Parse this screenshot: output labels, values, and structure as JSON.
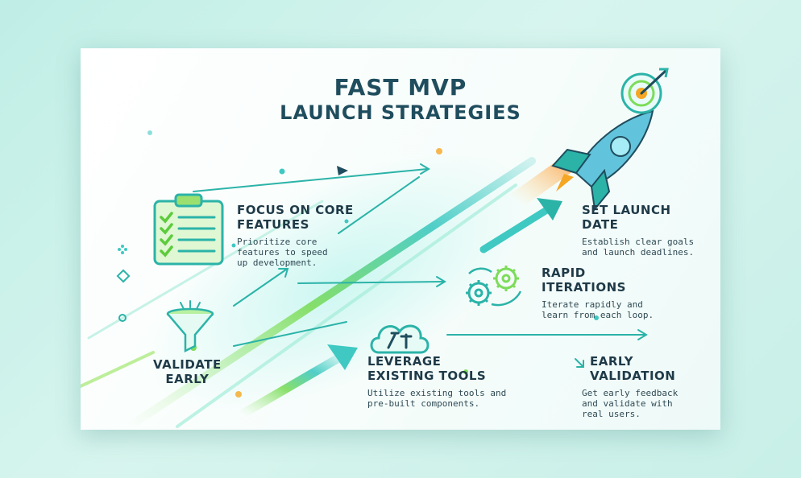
{
  "title": {
    "line1": "FAST MVP",
    "line2": "LAUNCH STRATEGIES"
  },
  "strategies": [
    {
      "heading_line1": "FOCUS ON CORE",
      "heading_line2": "FEATURES",
      "body_lines": [
        "Prioritize core",
        "features to speed",
        "up development."
      ],
      "icon": "clipboard-checklist-icon"
    },
    {
      "heading_line1": "SET LAUNCH",
      "heading_line2": "DATE",
      "body_lines": [
        "Establish clear goals",
        "and launch deadlines."
      ],
      "icon": "target-icon"
    },
    {
      "heading_line1": "RAPID",
      "heading_line2": "ITERATIONS",
      "body_lines": [
        "Iterate rapidly and",
        "learn from each loop."
      ],
      "icon": "gears-icon"
    },
    {
      "heading_line1": "VALIDATE",
      "heading_line2": "EARLY",
      "body_lines": [],
      "icon": "funnel-icon"
    },
    {
      "heading_line1": "LEVERAGE",
      "heading_line2": "EXISTING TOOLS",
      "body_lines": [
        "Utilize existing tools and",
        "pre-built components."
      ],
      "icon": "cloud-tools-icon"
    },
    {
      "heading_line1": "EARLY",
      "heading_line2": "VALIDATION",
      "body_lines": [
        "Get early feedback",
        "and validate with",
        "real users."
      ],
      "icon": "arrow-icon"
    }
  ],
  "colors": {
    "title": "#1f4d5e",
    "accent_teal": "#2bb3a8",
    "accent_green": "#7ddc5a",
    "accent_orange": "#f5a623",
    "rocket_blue": "#3fb4c9"
  }
}
